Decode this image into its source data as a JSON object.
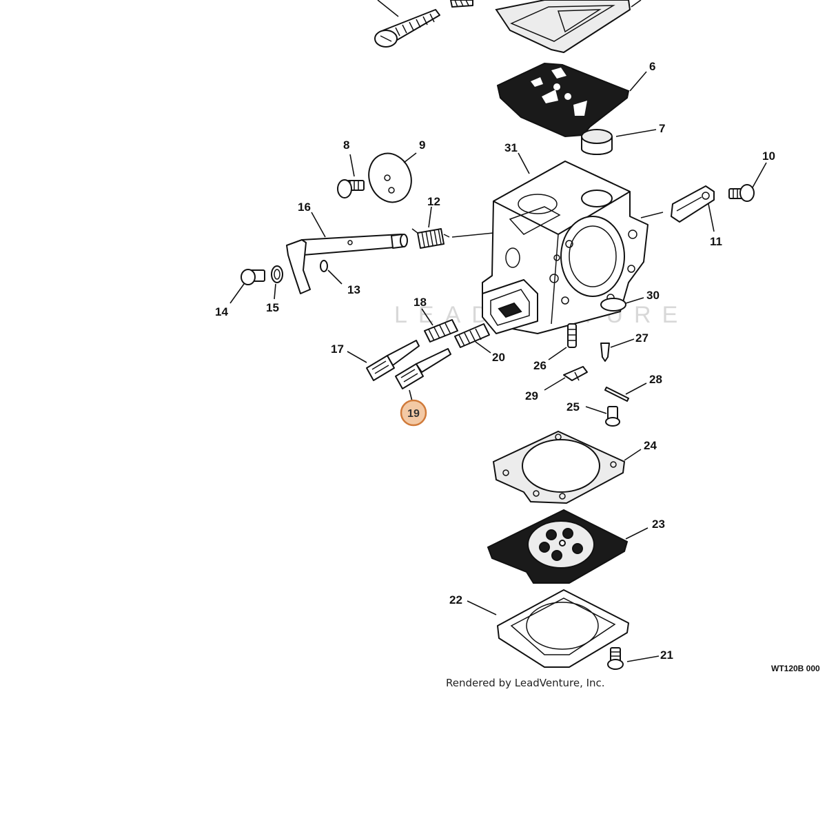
{
  "callouts": [
    {
      "id": "6",
      "label": "6"
    },
    {
      "id": "7",
      "label": "7"
    },
    {
      "id": "8",
      "label": "8"
    },
    {
      "id": "9",
      "label": "9"
    },
    {
      "id": "10",
      "label": "10"
    },
    {
      "id": "11",
      "label": "11"
    },
    {
      "id": "12",
      "label": "12"
    },
    {
      "id": "13",
      "label": "13"
    },
    {
      "id": "14",
      "label": "14"
    },
    {
      "id": "15",
      "label": "15"
    },
    {
      "id": "16",
      "label": "16"
    },
    {
      "id": "17",
      "label": "17"
    },
    {
      "id": "18",
      "label": "18"
    },
    {
      "id": "19",
      "label": "19",
      "highlighted": true
    },
    {
      "id": "20",
      "label": "20"
    },
    {
      "id": "21",
      "label": "21"
    },
    {
      "id": "22",
      "label": "22"
    },
    {
      "id": "23",
      "label": "23"
    },
    {
      "id": "24",
      "label": "24"
    },
    {
      "id": "25",
      "label": "25"
    },
    {
      "id": "26",
      "label": "26"
    },
    {
      "id": "27",
      "label": "27"
    },
    {
      "id": "28",
      "label": "28"
    },
    {
      "id": "29",
      "label": "29"
    },
    {
      "id": "30",
      "label": "30"
    },
    {
      "id": "31",
      "label": "31"
    }
  ],
  "diagram_code": "WT120B 000",
  "credit": "Rendered by LeadVenture, Inc.",
  "watermark": "LEADVENTURE",
  "colors": {
    "highlight_fill": "#f3c9a5",
    "highlight_stroke": "#d07a3a",
    "line": "#111111",
    "background": "#ffffff"
  }
}
